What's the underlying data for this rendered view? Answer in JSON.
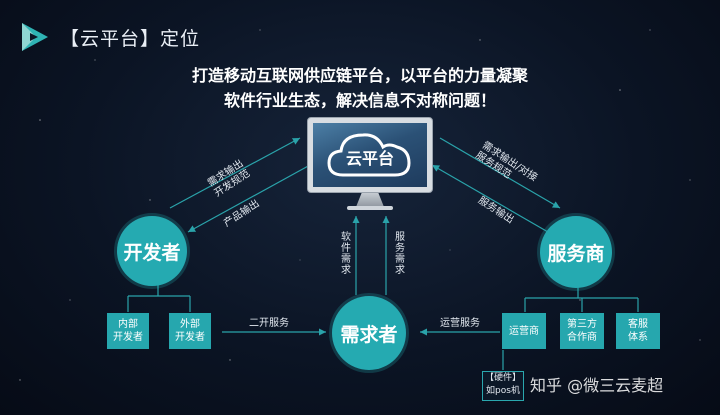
{
  "header": {
    "title": "【云平台】定位"
  },
  "tagline": {
    "line1": "打造移动互联网供应链平台，以平台的力量凝聚",
    "line2": "软件行业生态，解决信息不对称问题！"
  },
  "platform": {
    "label": "云平台"
  },
  "nodes": {
    "developer": "开发者",
    "provider": "服务商",
    "demander": "需求者"
  },
  "developer_boxes": [
    "内部\n开发者",
    "外部\n开发者"
  ],
  "provider_boxes": [
    "运营商",
    "第三方\n合作商",
    "客服\n体系"
  ],
  "corner_box": "【硬件】\n如pos机",
  "edges": {
    "dev_to_platform": "需求输出\n开发规范",
    "platform_to_dev": "产品输出",
    "platform_to_provider": "需求输出/对接\n服务规范",
    "provider_to_platform": "服务输出",
    "demander_software": "软件需求",
    "demander_service": "服务需求",
    "dev_demander": "二开服务",
    "provider_demander": "运营服务"
  },
  "watermark": "知乎 @微三云麦超",
  "colors": {
    "node": "#25aab1",
    "line": "#2aa3aa",
    "background": "#0b1424"
  }
}
